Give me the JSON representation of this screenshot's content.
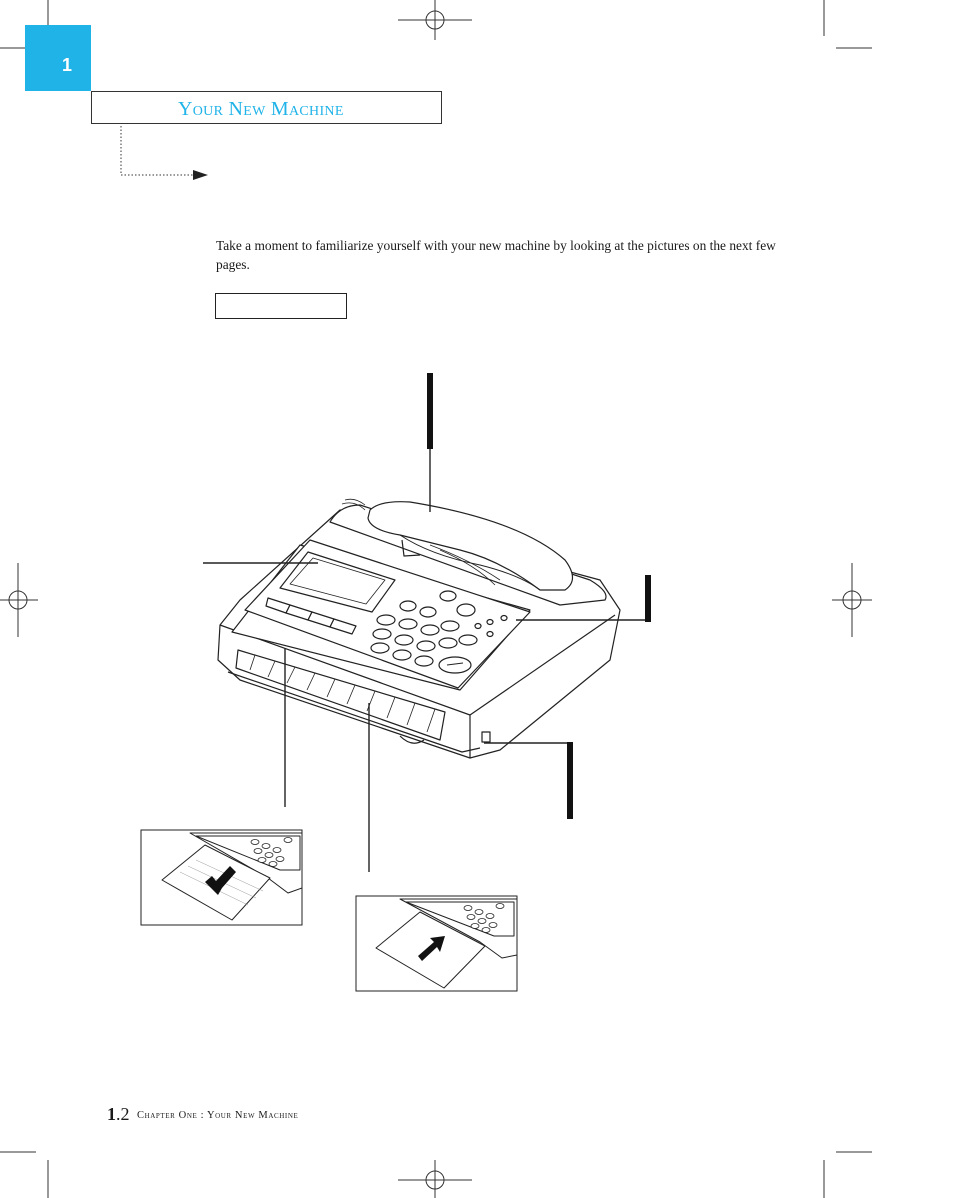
{
  "chapter": {
    "number": "1"
  },
  "section": {
    "title": "Your New Machine"
  },
  "intro": "Take a moment to familiarize yourself with your new machine by looking at the pictures on the next few pages.",
  "footer": {
    "page_major": "1",
    "page_minor": ".2",
    "running_title": "Chapter One : Your New Machine"
  },
  "colors": {
    "accent": "#1fb3e8",
    "ink": "#1a1a1a"
  }
}
